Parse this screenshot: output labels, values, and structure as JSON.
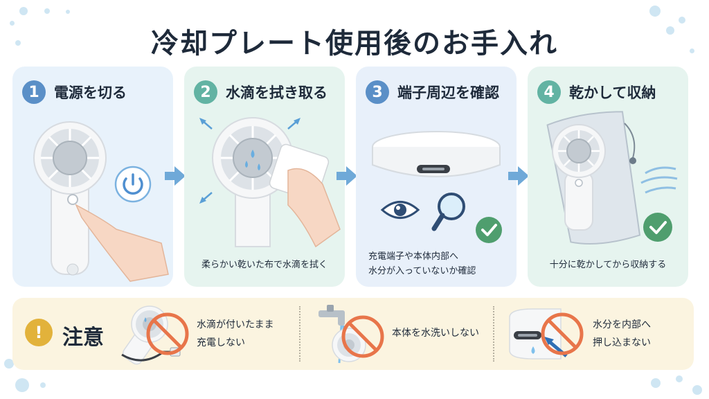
{
  "title": "冷却プレート使用後のお手入れ",
  "steps": [
    {
      "number": "1",
      "title": "電源を切る",
      "caption": "",
      "color": "#5a8fc7",
      "bg": "#e8f2fb"
    },
    {
      "number": "2",
      "title": "水滴を拭き取る",
      "caption": "柔らかい乾いた布で水滴を拭く",
      "color": "#62b3a3",
      "bg": "#e6f4ef"
    },
    {
      "number": "3",
      "title": "端子周辺を確認",
      "caption_lines": [
        "充電端子や本体内部へ",
        "水分が入っていないか確認"
      ],
      "color": "#5a8fc7",
      "bg": "#e8f0fa"
    },
    {
      "number": "4",
      "title": "乾かして収納",
      "caption": "十分に乾かしてから収納する",
      "color": "#62b3a3",
      "bg": "#e6f4ef"
    }
  ],
  "caution": {
    "icon": "!",
    "label": "注意",
    "items": [
      {
        "lines": [
          "水滴が付いたまま",
          "充電しない"
        ],
        "icon": "no-charging-wet-icon"
      },
      {
        "lines": [
          "本体を水洗いしない"
        ],
        "icon": "no-washing-icon"
      },
      {
        "lines": [
          "水分を内部へ",
          "押し込まない"
        ],
        "icon": "no-pushing-water-icon"
      }
    ]
  },
  "colors": {
    "prohibit": "#e8754a",
    "check": "#4f9e6e",
    "arrow": "#6fa9d8"
  }
}
